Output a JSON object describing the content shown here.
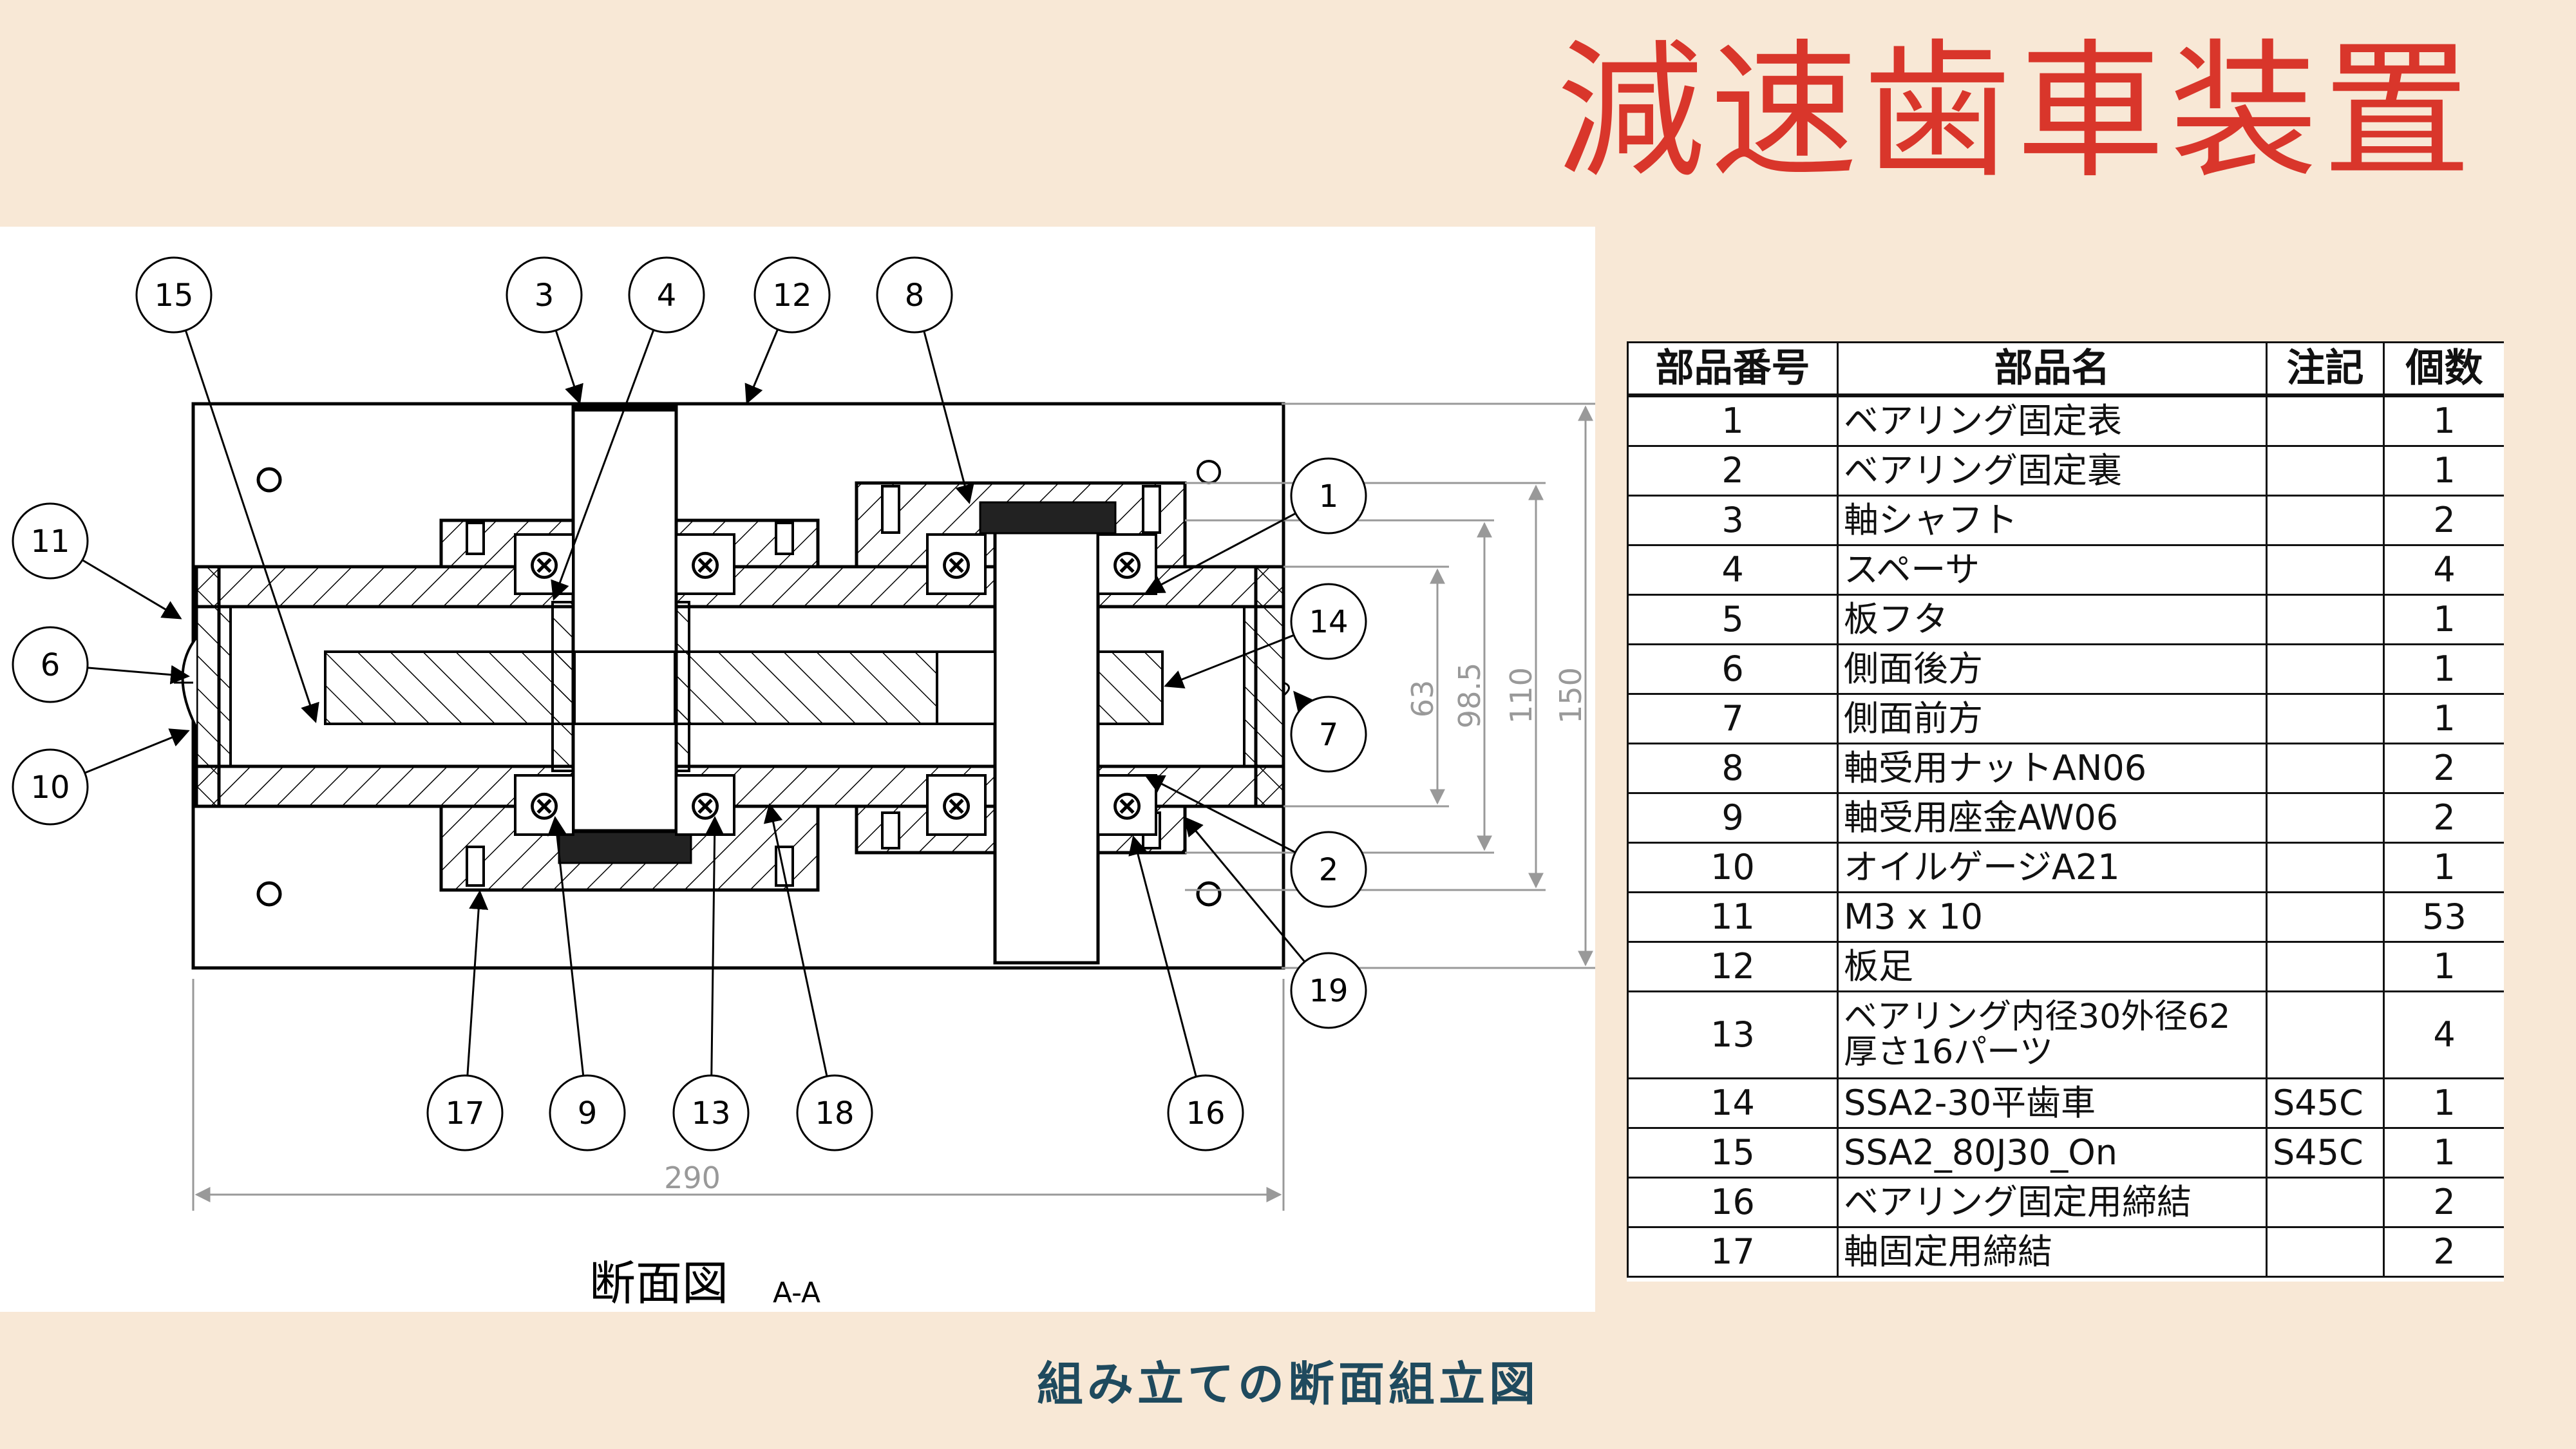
{
  "title": "減速歯車装置",
  "caption": "組み立ての断面組立図",
  "drawing": {
    "view_label": "断面図",
    "view_suffix": "A-A",
    "balloons": [
      "15",
      "3",
      "4",
      "12",
      "8",
      "11",
      "6",
      "10",
      "1",
      "14",
      "7",
      "2",
      "19",
      "17",
      "9",
      "13",
      "18",
      "16"
    ],
    "dimensions": {
      "width": "290",
      "d63": "63",
      "d98_5": "98.5",
      "d110": "110",
      "d150": "150"
    }
  },
  "table": {
    "headers": [
      "部品番号",
      "部品名",
      "注記",
      "個数"
    ],
    "rows": [
      {
        "no": "1",
        "name": "ベアリング固定表",
        "note": "",
        "qty": "1"
      },
      {
        "no": "2",
        "name": "ベアリング固定裏",
        "note": "",
        "qty": "1"
      },
      {
        "no": "3",
        "name": "軸シャフト",
        "note": "",
        "qty": "2"
      },
      {
        "no": "4",
        "name": "スペーサ",
        "note": "",
        "qty": "4"
      },
      {
        "no": "5",
        "name": "板フタ",
        "note": "",
        "qty": "1"
      },
      {
        "no": "6",
        "name": "側面後方",
        "note": "",
        "qty": "1"
      },
      {
        "no": "7",
        "name": "側面前方",
        "note": "",
        "qty": "1"
      },
      {
        "no": "8",
        "name": "軸受用ナットAN06",
        "note": "",
        "qty": "2"
      },
      {
        "no": "9",
        "name": "軸受用座金AW06",
        "note": "",
        "qty": "2"
      },
      {
        "no": "10",
        "name": "オイルゲージA21",
        "note": "",
        "qty": "1"
      },
      {
        "no": "11",
        "name": "M3 x 10",
        "note": "",
        "qty": "53"
      },
      {
        "no": "12",
        "name": "板足",
        "note": "",
        "qty": "1"
      },
      {
        "no": "13",
        "name": "ベアリング内径30外径62厚さ16パーツ",
        "note": "",
        "qty": "4"
      },
      {
        "no": "14",
        "name": "SSA2-30平歯車",
        "note": "S45C",
        "qty": "1"
      },
      {
        "no": "15",
        "name": "SSA2_80J30_On",
        "note": "S45C",
        "qty": "1"
      },
      {
        "no": "16",
        "name": "ベアリング固定用締結",
        "note": "",
        "qty": "2"
      },
      {
        "no": "17",
        "name": "軸固定用締結",
        "note": "",
        "qty": "2"
      }
    ]
  }
}
